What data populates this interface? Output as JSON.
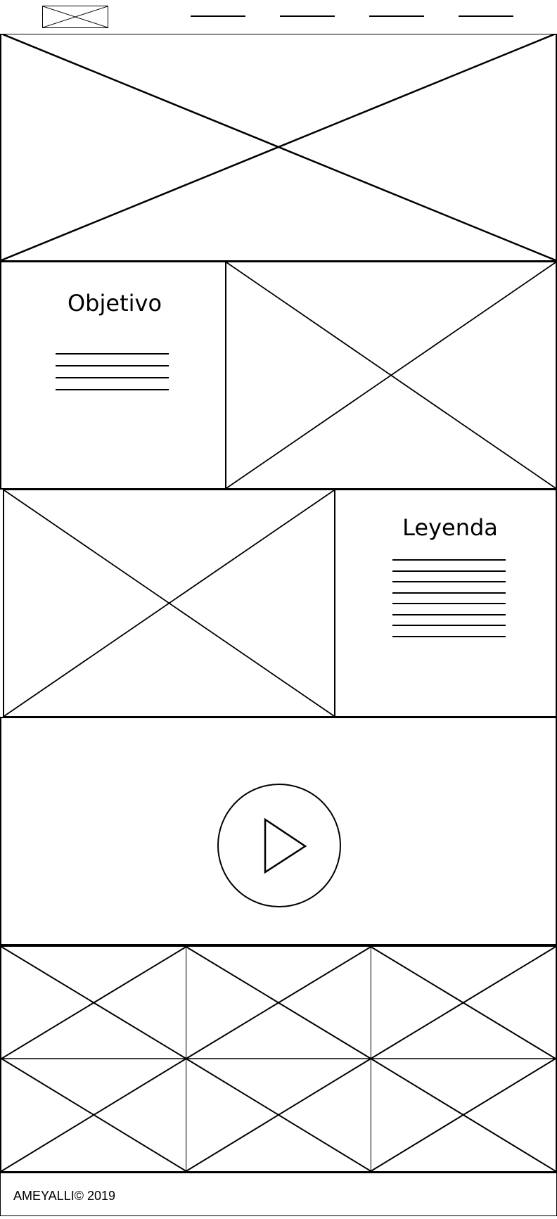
{
  "header": {
    "logo_icon": "image-placeholder-icon",
    "nav_items": [
      "",
      "",
      "",
      ""
    ]
  },
  "hero": {
    "icon": "image-placeholder-icon"
  },
  "objetivo": {
    "title": "Objetivo",
    "text_line_count": 4,
    "image_icon": "image-placeholder-icon"
  },
  "leyenda": {
    "title": "Leyenda",
    "text_line_count": 8,
    "image_icon": "image-placeholder-icon"
  },
  "video": {
    "icon": "play-icon"
  },
  "gallery": {
    "rows": 2,
    "columns": 3,
    "icon": "image-placeholder-icon"
  },
  "footer": {
    "copyright": "AMEYALLI© 2019"
  }
}
